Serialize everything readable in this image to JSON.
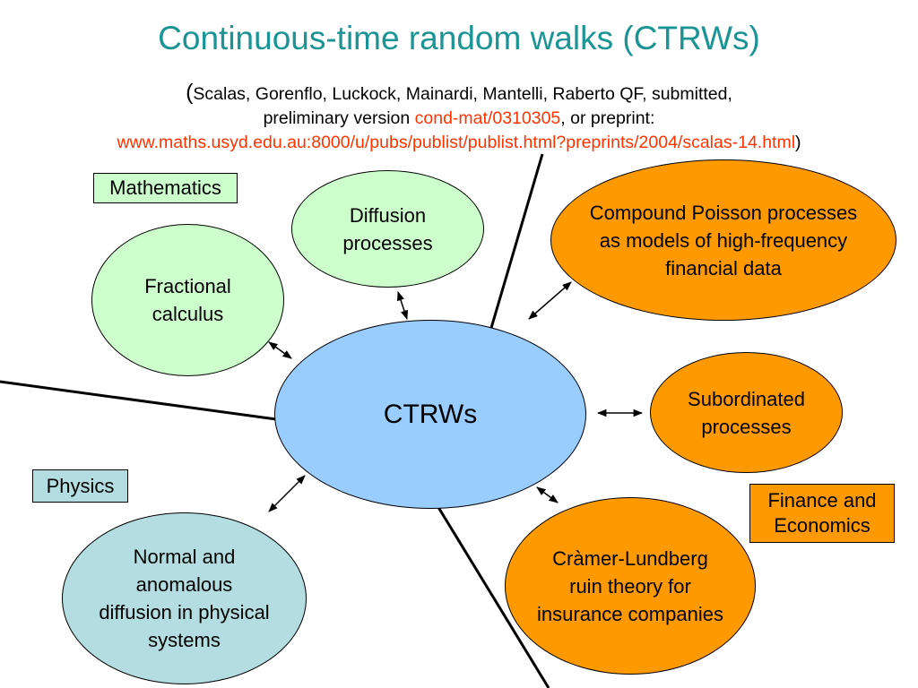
{
  "title": "Continuous-time random walks (CTRWs)",
  "reference": {
    "open_paren": "(",
    "line1": "Scalas, Gorenflo, Luckock, Mainardi, Mantelli, Raberto  QF, submitted,",
    "line2_prefix": "preliminary version ",
    "line2_link": "cond-mat/0310305",
    "line2_suffix": ", or preprint:",
    "line3_link": "www.maths.usyd.edu.au:8000/u/pubs/publist/publist.html?preprints/2004/scalas-14.html",
    "close_paren": ")"
  },
  "categories": {
    "mathematics": "Mathematics",
    "physics": "Physics",
    "finance": "Finance and\nEconomics"
  },
  "nodes": {
    "center": "CTRWs",
    "diffusion": "Diffusion\nprocesses",
    "fractional": "Fractional\ncalculus",
    "compound_poisson": "Compound Poisson processes\nas models of high-frequency\nfinancial data",
    "subordinated": "Subordinated\nprocesses",
    "cramer": "Cràmer-Lundberg\nruin theory for\ninsurance companies",
    "normal_anomalous": "Normal and\nanomalous\ndiffusion in physical\nsystems"
  },
  "colors": {
    "title": "#1a9494",
    "link": "#ff3300",
    "math_fill": "#ccffcc",
    "center_fill": "#99ccff",
    "finance_fill": "#ff9900",
    "physics_fill": "#b3dde0"
  }
}
